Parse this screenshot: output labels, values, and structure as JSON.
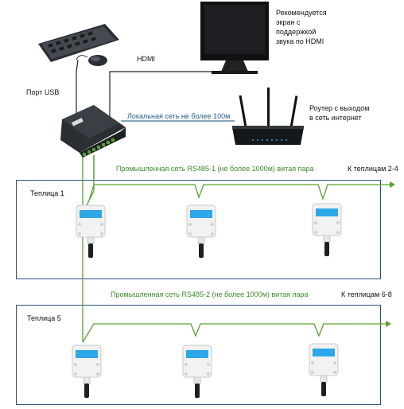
{
  "labels": {
    "monitor_note": "Рекомендуется\nэкран с\nподдержкой\nзвука по HDMI",
    "hdmi": "HDMI",
    "usb_port": "Порт USB",
    "lan": "Локальная сеть не более 100м",
    "router_note": "Роутер с выходом\nв сеть интернет",
    "rs485_1": "Промышленная сеть RS485-1 (не более 1000м) витая пара",
    "to_greenhouses_1": "К теплицам 2-4",
    "greenhouse_1": "Теплица 1",
    "rs485_2": "Промышленная сеть RS485-2 (не более 1000м) витая пара",
    "to_greenhouses_2": "К теплицам 6-8",
    "greenhouse_5": "Теплица 5"
  },
  "colors": {
    "lan_line": "#3a6f8f",
    "rs485_line": "#5aa02c",
    "box_border": "#2c4f7c",
    "sensor_label": "#2da8e6",
    "device_body": "#2b2f33"
  },
  "icons": [
    "keyboard-icon",
    "mouse-icon",
    "monitor-icon",
    "router-icon",
    "controller-icon",
    "sensor-icon"
  ]
}
